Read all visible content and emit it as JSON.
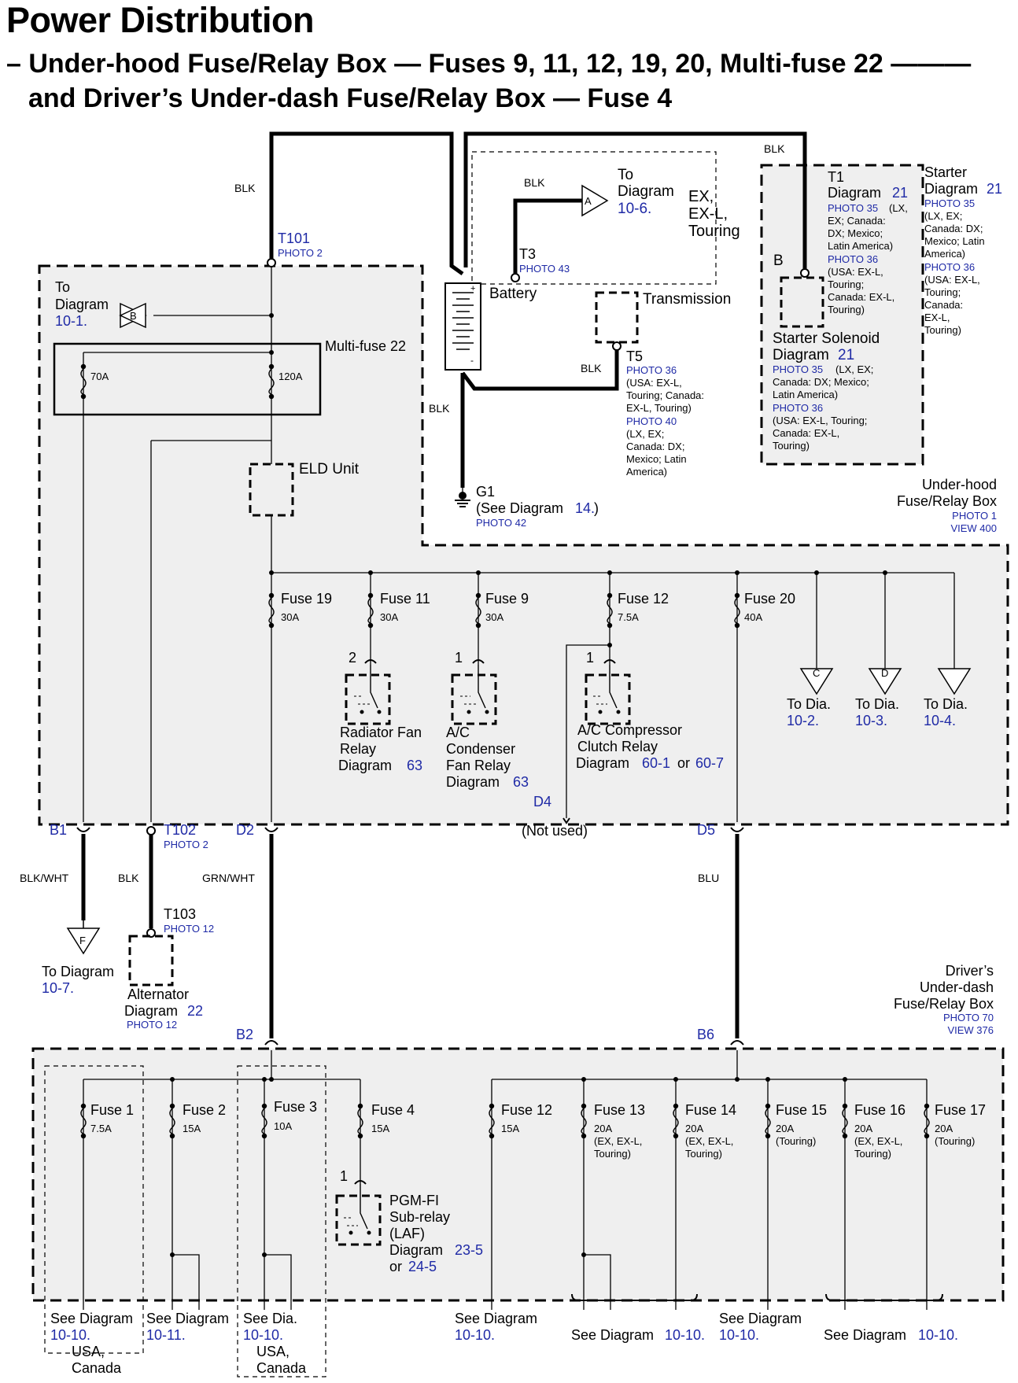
{
  "header": {
    "title": "Power Distribution",
    "subtitle_line1": "– Under-hood Fuse/Relay Box — Fuses 9, 11, 12, 19, 20, Multi-fuse 22 ———",
    "subtitle_line2": "and Driver’s Under-dash Fuse/Relay Box — Fuse 4"
  },
  "labels": {
    "blk": "BLK",
    "blk_wht": "BLK/WHT",
    "grn_wht": "GRN/WHT",
    "blu": "BLU",
    "t101": "T101",
    "photo2": "PHOTO 2",
    "t102": "T102",
    "t103": "T103",
    "photo12": "PHOTO 12",
    "t3": "T3",
    "photo43": "PHOTO 43",
    "battery": "Battery",
    "to": "To",
    "diagram": "Diagram",
    "dia_10_6": "10-6.",
    "ex": "EX,",
    "exl": "EX-L,",
    "touring": "Touring",
    "to_diag_10_1_a": "To",
    "to_diag_10_1_b": "Diagram",
    "to_diag_10_1_c": "10-1.",
    "multifuse": "Multi-fuse 22",
    "a70": "70A",
    "a120": "120A",
    "eld": "ELD Unit",
    "transmission": "Transmission",
    "t5": "T5",
    "photo36": "PHOTO 36",
    "t5_l1": "(USA: EX-L,",
    "t5_l2": "Touring; Canada:",
    "t5_l3": "EX-L, Touring)",
    "photo40": "PHOTO 40",
    "t5_l4": "(LX, EX;",
    "t5_l5": "Canada: DX;",
    "t5_l6": "Mexico; Latin",
    "t5_l7": "America)",
    "g1": "G1",
    "g1_see": "(See Diagram",
    "g1_num": "14.",
    "g1_close": ")",
    "photo42": "PHOTO 42",
    "t1": "T1",
    "t1_diag": "Diagram",
    "t1_num": "21",
    "photo35": "PHOTO 35",
    "t1_l1": "(LX,",
    "t1_l2": "EX; Canada:",
    "t1_l3": "DX; Mexico;",
    "t1_l4": "Latin America)",
    "t1_l5": "(USA: EX-L,",
    "t1_l6": "Touring;",
    "t1_l7": "Canada: EX-L,",
    "t1_l8": "Touring)",
    "b_term": "B",
    "starter": "Starter",
    "starter_diag": "Diagram",
    "starter_num": "21",
    "st_l1": "(LX, EX;",
    "st_l2": "Canada: DX;",
    "st_l3": "Mexico; Latin",
    "st_l4": "America)",
    "st_l5": "(USA: EX-L,",
    "st_l6": "Touring;",
    "st_l7": "Canada:",
    "st_l8": "EX-L,",
    "st_l9": "Touring)",
    "solenoid": "Starter Solenoid",
    "sol_diag": "Diagram",
    "sol_num": "21",
    "sol_l1": "(LX, EX;",
    "sol_l2": "Canada: DX; Mexico;",
    "sol_l3": "Latin America)",
    "sol_l4": "(USA: EX-L, Touring;",
    "sol_l5": "Canada: EX-L,",
    "sol_l6": "Touring)",
    "uh_box1": "Under-hood",
    "uh_box2": "Fuse/Relay Box",
    "photo1": "PHOTO 1",
    "view400": "VIEW 400",
    "f19": "Fuse 19",
    "f11": "Fuse 11",
    "f9": "Fuse 9",
    "f12u": "Fuse 12",
    "f20": "Fuse 20",
    "a30": "30A",
    "a7_5": "7.5A",
    "a40": "40A",
    "n2": "2",
    "n1": "1",
    "rad1": "Radiator Fan",
    "rad2": "Relay",
    "rad3": "Diagram",
    "rad_num": "63",
    "ac1": "A/C",
    "ac2": "Condenser",
    "ac3": "Fan Relay",
    "ac4": "Diagram",
    "ac_num": "63",
    "acc1": "A/C Compressor",
    "acc2": "Clutch Relay",
    "acc3": "Diagram",
    "acc_num1": "60-1",
    "acc_or": "or",
    "acc_num2": "60-7",
    "c": "C",
    "d": "D",
    "to_dia": "To Dia.",
    "d10_2": "10-2.",
    "d10_3": "10-3.",
    "d10_4": "10-4.",
    "a": "A",
    "f": "F",
    "b1": "B1",
    "d2": "D2",
    "d4": "D4",
    "d5": "D5",
    "not_used": "(Not used)",
    "to_diag_f1": "To Diagram",
    "to_diag_f2": "10-7.",
    "alt": "Alternator",
    "alt_diag": "Diagram",
    "alt_num": "22",
    "dr1": "Driver’s",
    "dr2": "Under-dash",
    "dr3": "Fuse/Relay Box",
    "photo70": "PHOTO 70",
    "view376": "VIEW 376",
    "b2": "B2",
    "b6": "B6",
    "df1": "Fuse 1",
    "df2": "Fuse 2",
    "df3": "Fuse 3",
    "df4": "Fuse 4",
    "df12": "Fuse 12",
    "df13": "Fuse 13",
    "df14": "Fuse 14",
    "df15": "Fuse 15",
    "df16": "Fuse 16",
    "df17": "Fuse 17",
    "a15": "15A",
    "a10": "10A",
    "a20": "20A",
    "ex_exl": "(EX, EX-L,",
    "tour_close": "Touring)",
    "touring_p": "(Touring)",
    "pgm1": "PGM-FI",
    "pgm2": "Sub-relay",
    "pgm3": "(LAF)",
    "pgm4": "Diagram",
    "pgm_num1": "23-5",
    "pgm_or": "or",
    "pgm_num2": "24-5",
    "see_diagram": "See Diagram",
    "see_dia": "See Dia.",
    "d10_10": "10-10.",
    "d10_11": "10-11.",
    "usa": "USA,",
    "canada": "Canada"
  }
}
